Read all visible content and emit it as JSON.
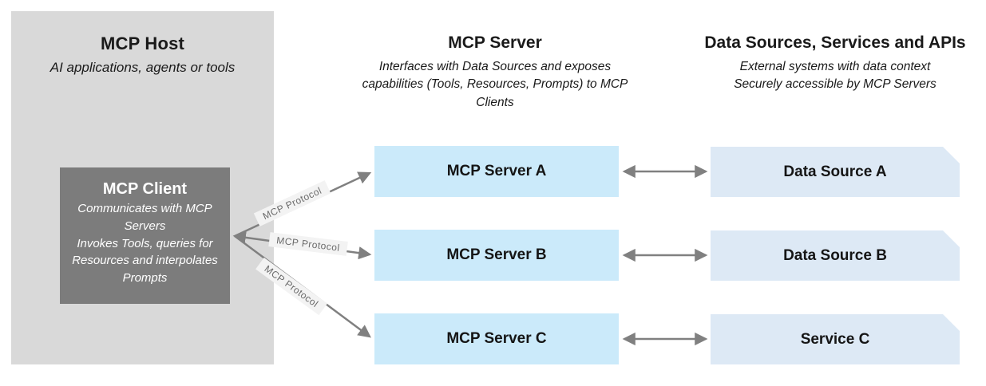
{
  "host": {
    "title": "MCP Host",
    "subtitle": "AI applications, agents or tools",
    "client": {
      "title": "MCP Client",
      "description_line1": "Communicates with MCP Servers",
      "description_line2": "Invokes Tools, queries for Resources and interpolates Prompts"
    }
  },
  "servers": {
    "title": "MCP Server",
    "subtitle": "Interfaces with Data Sources and exposes capabilities (Tools, Resources, Prompts) to MCP Clients",
    "items": [
      {
        "label": "MCP Server A"
      },
      {
        "label": "MCP Server B"
      },
      {
        "label": "MCP Server C"
      }
    ]
  },
  "sources": {
    "title": "Data Sources, Services and APIs",
    "subtitle_line1": "External systems with data context",
    "subtitle_line2": "Securely accessible by MCP Servers",
    "items": [
      {
        "label": "Data Source A"
      },
      {
        "label": "Data Source B"
      },
      {
        "label": "Service C"
      }
    ]
  },
  "connections": {
    "protocol_label": "MCP Protocol"
  },
  "colors": {
    "host_panel_bg": "#d9d9d9",
    "client_box_bg": "#7c7c7c",
    "server_box_bg": "#cbeafa",
    "source_box_bg": "#dde9f5",
    "arrow": "#808080",
    "protocol_label_bg": "#f3f3f3",
    "protocol_label_text": "#6a6a6a"
  }
}
